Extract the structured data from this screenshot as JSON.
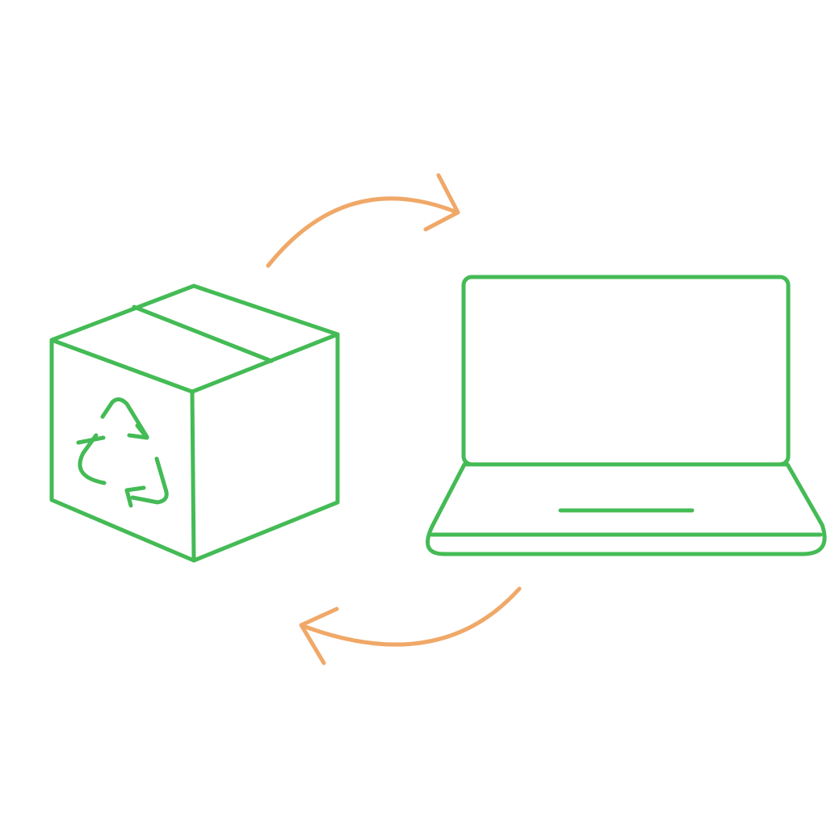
{
  "diagram": {
    "background": "#ffffff",
    "colors": {
      "icon": "#44bb55",
      "arrow": "#f0a868"
    },
    "nodes": [
      {
        "id": "package",
        "icon": "recycle-box-icon"
      },
      {
        "id": "device",
        "icon": "laptop-icon"
      }
    ],
    "edges": [
      {
        "from": "package",
        "to": "device",
        "icon": "curved-arrow-icon"
      },
      {
        "from": "device",
        "to": "package",
        "icon": "curved-arrow-icon"
      }
    ]
  }
}
